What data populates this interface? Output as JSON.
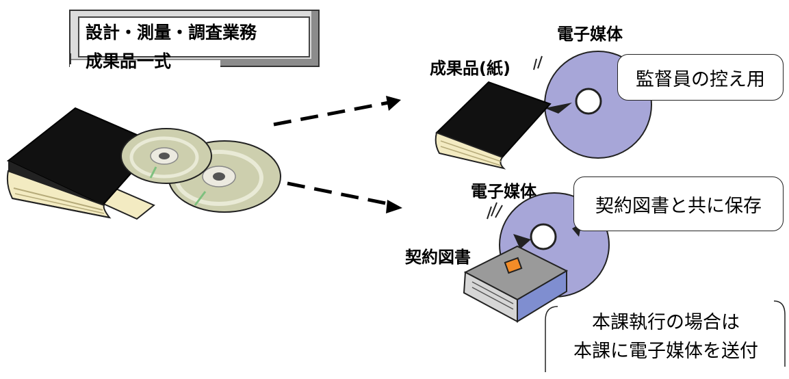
{
  "title": {
    "line1": "設計・測量・調査業務",
    "line2": "成果品一式"
  },
  "labels": {
    "electronic_media_top": "電子媒体",
    "deliverables_paper": "成果品(紙)",
    "electronic_media_mid": "電子媒体",
    "contract_docs": "契約図書"
  },
  "callouts": {
    "supervisor_copy": "監督員の控え用",
    "store_with_contract": "契約図書と共に保存"
  },
  "note": {
    "line1": "本課執行の場合は",
    "line2": "本課に電子媒体を送付"
  },
  "colors": {
    "cd_purple": "#a7a6d8",
    "cd_silver": "#cfd0b4",
    "book_black": "#111111",
    "book_pages": "#f0e8b8",
    "contract_book": "#9a9a9a"
  }
}
